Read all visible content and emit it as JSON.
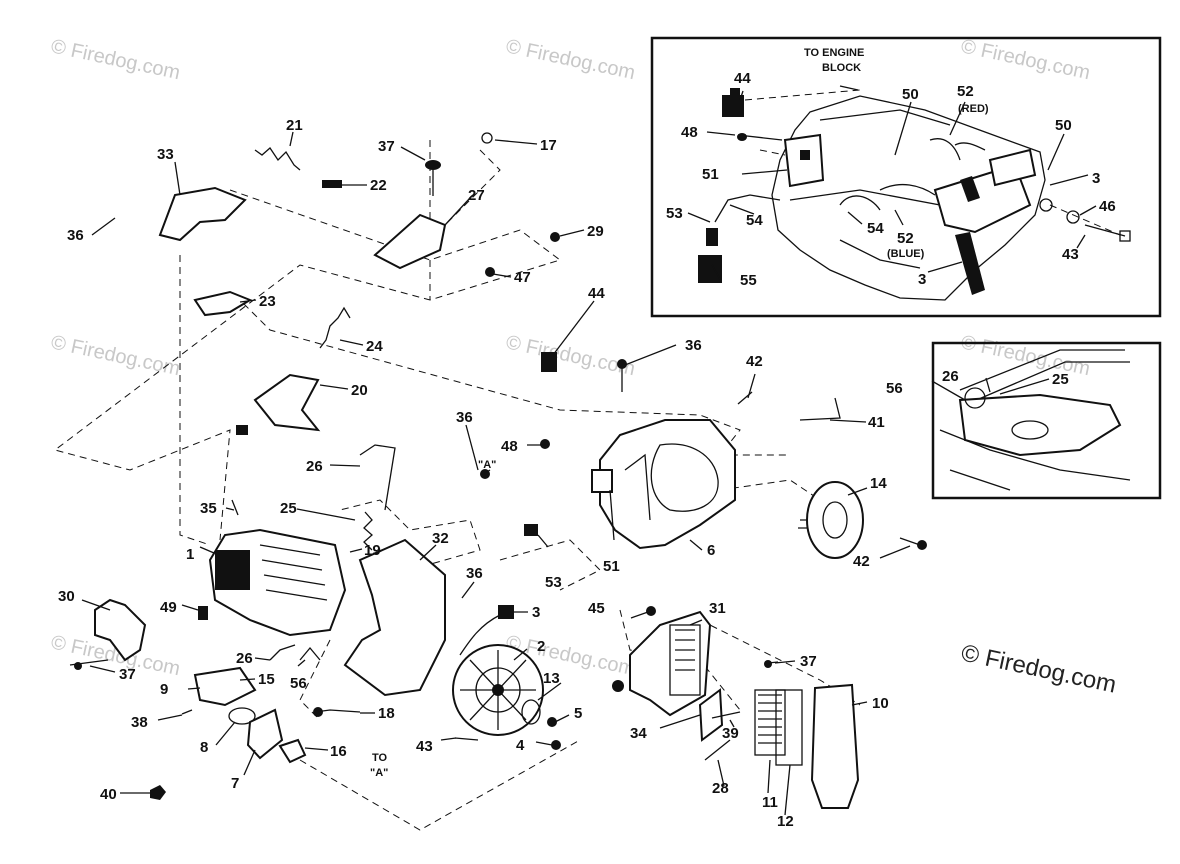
{
  "diagram": {
    "callouts": [
      {
        "id": "c1",
        "text": "1"
      },
      {
        "id": "c2",
        "text": "2"
      },
      {
        "id": "c3a",
        "text": "3"
      },
      {
        "id": "c3b",
        "text": "3"
      },
      {
        "id": "c3c",
        "text": "3"
      },
      {
        "id": "c4",
        "text": "4"
      },
      {
        "id": "c5",
        "text": "5"
      },
      {
        "id": "c6",
        "text": "6"
      },
      {
        "id": "c7",
        "text": "7"
      },
      {
        "id": "c8",
        "text": "8"
      },
      {
        "id": "c9",
        "text": "9"
      },
      {
        "id": "c10",
        "text": "10"
      },
      {
        "id": "c11",
        "text": "11"
      },
      {
        "id": "c12",
        "text": "12"
      },
      {
        "id": "c13",
        "text": "13"
      },
      {
        "id": "c14",
        "text": "14"
      },
      {
        "id": "c15",
        "text": "15"
      },
      {
        "id": "c16",
        "text": "16"
      },
      {
        "id": "c17",
        "text": "17"
      },
      {
        "id": "c18",
        "text": "18"
      },
      {
        "id": "c19",
        "text": "19"
      },
      {
        "id": "c20",
        "text": "20"
      },
      {
        "id": "c21",
        "text": "21"
      },
      {
        "id": "c22",
        "text": "22"
      },
      {
        "id": "c23",
        "text": "23"
      },
      {
        "id": "c24",
        "text": "24"
      },
      {
        "id": "c25a",
        "text": "25"
      },
      {
        "id": "c25b",
        "text": "25"
      },
      {
        "id": "c26a",
        "text": "26"
      },
      {
        "id": "c26b",
        "text": "26"
      },
      {
        "id": "c26c",
        "text": "26"
      },
      {
        "id": "c27",
        "text": "27"
      },
      {
        "id": "c28",
        "text": "28"
      },
      {
        "id": "c29",
        "text": "29"
      },
      {
        "id": "c30",
        "text": "30"
      },
      {
        "id": "c31",
        "text": "31"
      },
      {
        "id": "c32",
        "text": "32"
      },
      {
        "id": "c33",
        "text": "33"
      },
      {
        "id": "c34",
        "text": "34"
      },
      {
        "id": "c35",
        "text": "35"
      },
      {
        "id": "c36a",
        "text": "36"
      },
      {
        "id": "c36b",
        "text": "36"
      },
      {
        "id": "c36c",
        "text": "36"
      },
      {
        "id": "c36d",
        "text": "36"
      },
      {
        "id": "c37a",
        "text": "37"
      },
      {
        "id": "c37b",
        "text": "37"
      },
      {
        "id": "c37c",
        "text": "37"
      },
      {
        "id": "c38",
        "text": "38"
      },
      {
        "id": "c39",
        "text": "39"
      },
      {
        "id": "c40",
        "text": "40"
      },
      {
        "id": "c41",
        "text": "41"
      },
      {
        "id": "c42a",
        "text": "42"
      },
      {
        "id": "c42b",
        "text": "42"
      },
      {
        "id": "c43a",
        "text": "43"
      },
      {
        "id": "c43b",
        "text": "43"
      },
      {
        "id": "c44a",
        "text": "44"
      },
      {
        "id": "c44b",
        "text": "44"
      },
      {
        "id": "c45",
        "text": "45"
      },
      {
        "id": "c46",
        "text": "46"
      },
      {
        "id": "c47",
        "text": "47"
      },
      {
        "id": "c48a",
        "text": "48"
      },
      {
        "id": "c48b",
        "text": "48"
      },
      {
        "id": "c49",
        "text": "49"
      },
      {
        "id": "c50a",
        "text": "50"
      },
      {
        "id": "c50b",
        "text": "50"
      },
      {
        "id": "c51a",
        "text": "51"
      },
      {
        "id": "c51b",
        "text": "51"
      },
      {
        "id": "c52a",
        "text": "52"
      },
      {
        "id": "c52b",
        "text": "52"
      },
      {
        "id": "c53a",
        "text": "53"
      },
      {
        "id": "c53b",
        "text": "53"
      },
      {
        "id": "c54a",
        "text": "54"
      },
      {
        "id": "c54b",
        "text": "54"
      },
      {
        "id": "c55",
        "text": "55"
      },
      {
        "id": "c56a",
        "text": "56"
      },
      {
        "id": "c56b",
        "text": "56"
      }
    ],
    "notes": {
      "to_engine_block_1": "TO ENGINE",
      "to_engine_block_2": "BLOCK",
      "red": "(RED)",
      "blue": "(BLUE)",
      "ref_a_1": "\"A\"",
      "to_a_1": "TO",
      "to_a_2": "\"A\""
    },
    "watermarks": {
      "small": "© Firedog.com",
      "large": "© Firedog.com"
    }
  },
  "colors": {
    "ink": "#111111",
    "watermark": "#c8c8c8",
    "background": "#ffffff"
  }
}
